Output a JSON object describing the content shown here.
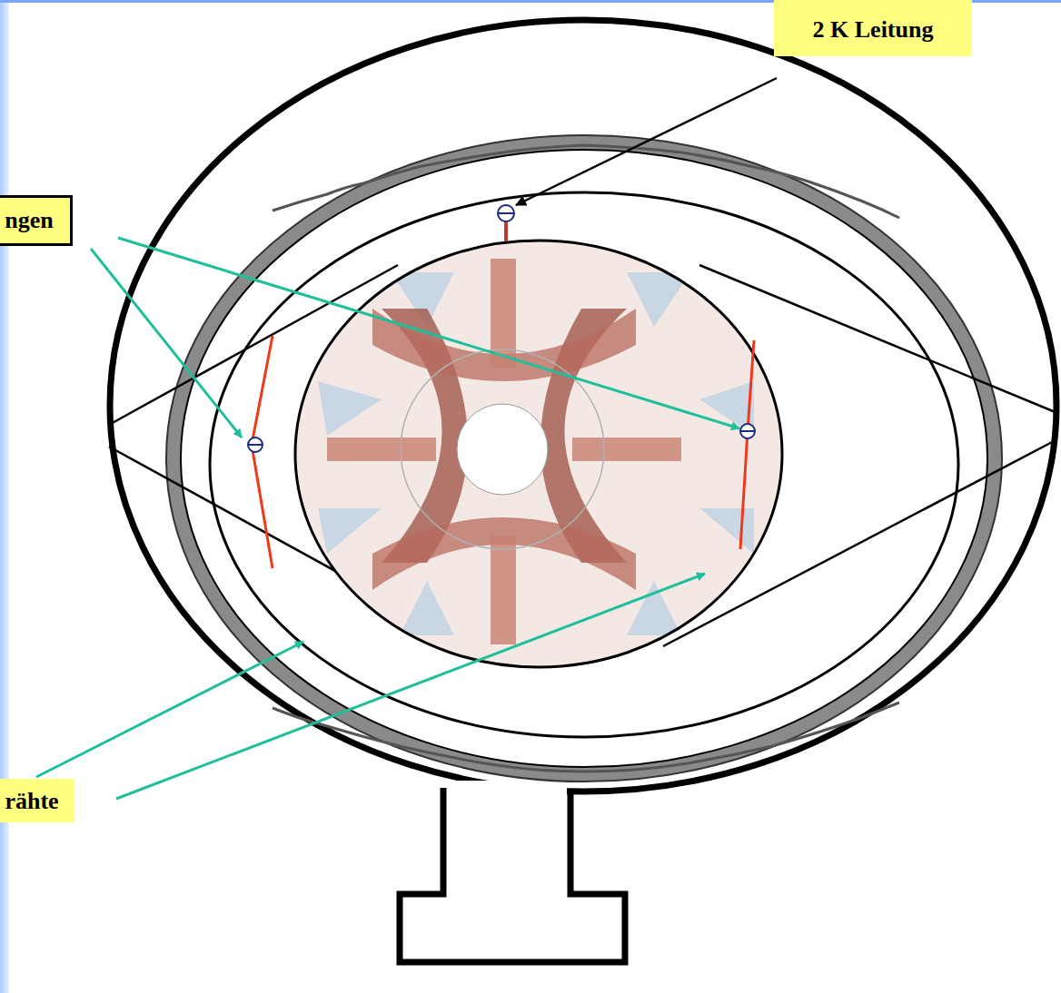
{
  "diagram": {
    "nodes": [
      {
        "text": [
          "2 K Leitung"
        ]
      },
      {
        "text": [
          "ngen"
        ]
      },
      {
        "text": [
          "rähte"
        ]
      }
    ]
  }
}
